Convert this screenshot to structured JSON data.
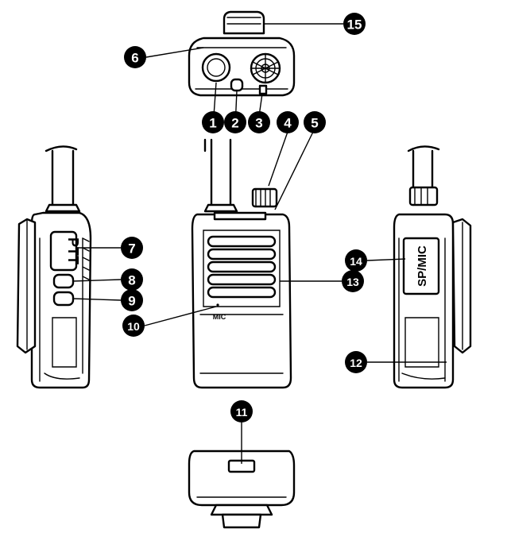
{
  "labels": {
    "ptt": "PTT",
    "sp_mic": "SP/MIC",
    "mic": "MIC"
  },
  "callouts": [
    "1",
    "2",
    "3",
    "4",
    "5",
    "6",
    "7",
    "8",
    "9",
    "10",
    "11",
    "12",
    "13",
    "14",
    "15"
  ]
}
